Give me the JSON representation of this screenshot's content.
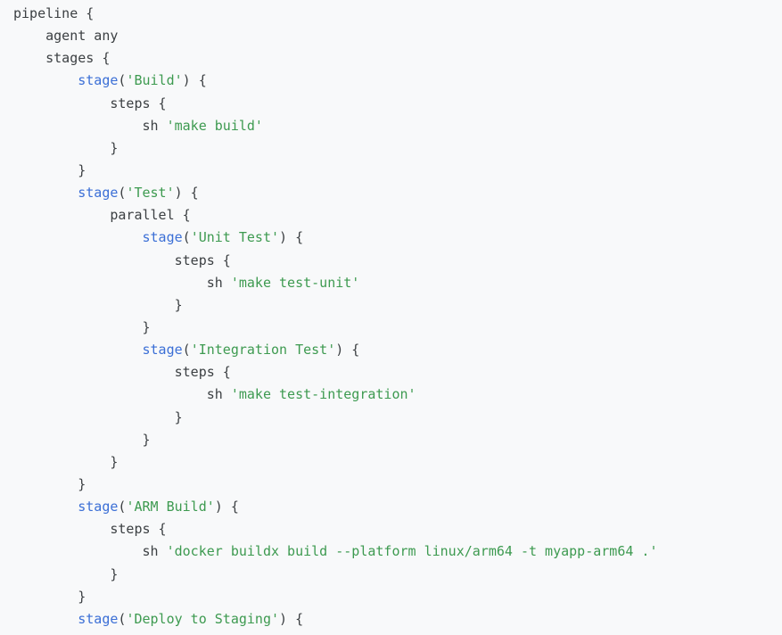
{
  "colors": {
    "background": "#f8f9fa",
    "text": "#3c4043",
    "function": "#3b6fd6",
    "string": "#3d9a50"
  },
  "code_lines": [
    {
      "indent": "",
      "tokens": [
        {
          "t": "plain",
          "v": "pipeline {"
        }
      ]
    },
    {
      "indent": "    ",
      "tokens": [
        {
          "t": "plain",
          "v": "agent any"
        }
      ]
    },
    {
      "indent": "    ",
      "tokens": [
        {
          "t": "plain",
          "v": "stages {"
        }
      ]
    },
    {
      "indent": "        ",
      "tokens": [
        {
          "t": "fn",
          "v": "stage"
        },
        {
          "t": "plain",
          "v": "("
        },
        {
          "t": "str",
          "v": "'Build'"
        },
        {
          "t": "plain",
          "v": ") {"
        }
      ]
    },
    {
      "indent": "            ",
      "tokens": [
        {
          "t": "plain",
          "v": "steps {"
        }
      ]
    },
    {
      "indent": "                ",
      "tokens": [
        {
          "t": "plain",
          "v": "sh "
        },
        {
          "t": "str",
          "v": "'make build'"
        }
      ]
    },
    {
      "indent": "            ",
      "tokens": [
        {
          "t": "plain",
          "v": "}"
        }
      ]
    },
    {
      "indent": "        ",
      "tokens": [
        {
          "t": "plain",
          "v": "}"
        }
      ]
    },
    {
      "indent": "        ",
      "tokens": [
        {
          "t": "fn",
          "v": "stage"
        },
        {
          "t": "plain",
          "v": "("
        },
        {
          "t": "str",
          "v": "'Test'"
        },
        {
          "t": "plain",
          "v": ") {"
        }
      ]
    },
    {
      "indent": "            ",
      "tokens": [
        {
          "t": "plain",
          "v": "parallel {"
        }
      ]
    },
    {
      "indent": "                ",
      "tokens": [
        {
          "t": "fn",
          "v": "stage"
        },
        {
          "t": "plain",
          "v": "("
        },
        {
          "t": "str",
          "v": "'Unit Test'"
        },
        {
          "t": "plain",
          "v": ") {"
        }
      ]
    },
    {
      "indent": "                    ",
      "tokens": [
        {
          "t": "plain",
          "v": "steps {"
        }
      ]
    },
    {
      "indent": "                        ",
      "tokens": [
        {
          "t": "plain",
          "v": "sh "
        },
        {
          "t": "str",
          "v": "'make test-unit'"
        }
      ]
    },
    {
      "indent": "                    ",
      "tokens": [
        {
          "t": "plain",
          "v": "}"
        }
      ]
    },
    {
      "indent": "                ",
      "tokens": [
        {
          "t": "plain",
          "v": "}"
        }
      ]
    },
    {
      "indent": "                ",
      "tokens": [
        {
          "t": "fn",
          "v": "stage"
        },
        {
          "t": "plain",
          "v": "("
        },
        {
          "t": "str",
          "v": "'Integration Test'"
        },
        {
          "t": "plain",
          "v": ") {"
        }
      ]
    },
    {
      "indent": "                    ",
      "tokens": [
        {
          "t": "plain",
          "v": "steps {"
        }
      ]
    },
    {
      "indent": "                        ",
      "tokens": [
        {
          "t": "plain",
          "v": "sh "
        },
        {
          "t": "str",
          "v": "'make test-integration'"
        }
      ]
    },
    {
      "indent": "                    ",
      "tokens": [
        {
          "t": "plain",
          "v": "}"
        }
      ]
    },
    {
      "indent": "                ",
      "tokens": [
        {
          "t": "plain",
          "v": "}"
        }
      ]
    },
    {
      "indent": "            ",
      "tokens": [
        {
          "t": "plain",
          "v": "}"
        }
      ]
    },
    {
      "indent": "        ",
      "tokens": [
        {
          "t": "plain",
          "v": "}"
        }
      ]
    },
    {
      "indent": "        ",
      "tokens": [
        {
          "t": "fn",
          "v": "stage"
        },
        {
          "t": "plain",
          "v": "("
        },
        {
          "t": "str",
          "v": "'ARM Build'"
        },
        {
          "t": "plain",
          "v": ") {"
        }
      ]
    },
    {
      "indent": "            ",
      "tokens": [
        {
          "t": "plain",
          "v": "steps {"
        }
      ]
    },
    {
      "indent": "                ",
      "tokens": [
        {
          "t": "plain",
          "v": "sh "
        },
        {
          "t": "str",
          "v": "'docker buildx build --platform linux/arm64 -t myapp-arm64 .'"
        }
      ]
    },
    {
      "indent": "            ",
      "tokens": [
        {
          "t": "plain",
          "v": "}"
        }
      ]
    },
    {
      "indent": "        ",
      "tokens": [
        {
          "t": "plain",
          "v": "}"
        }
      ]
    },
    {
      "indent": "        ",
      "tokens": [
        {
          "t": "fn",
          "v": "stage"
        },
        {
          "t": "plain",
          "v": "("
        },
        {
          "t": "str",
          "v": "'Deploy to Staging'"
        },
        {
          "t": "plain",
          "v": ") {"
        }
      ]
    }
  ]
}
